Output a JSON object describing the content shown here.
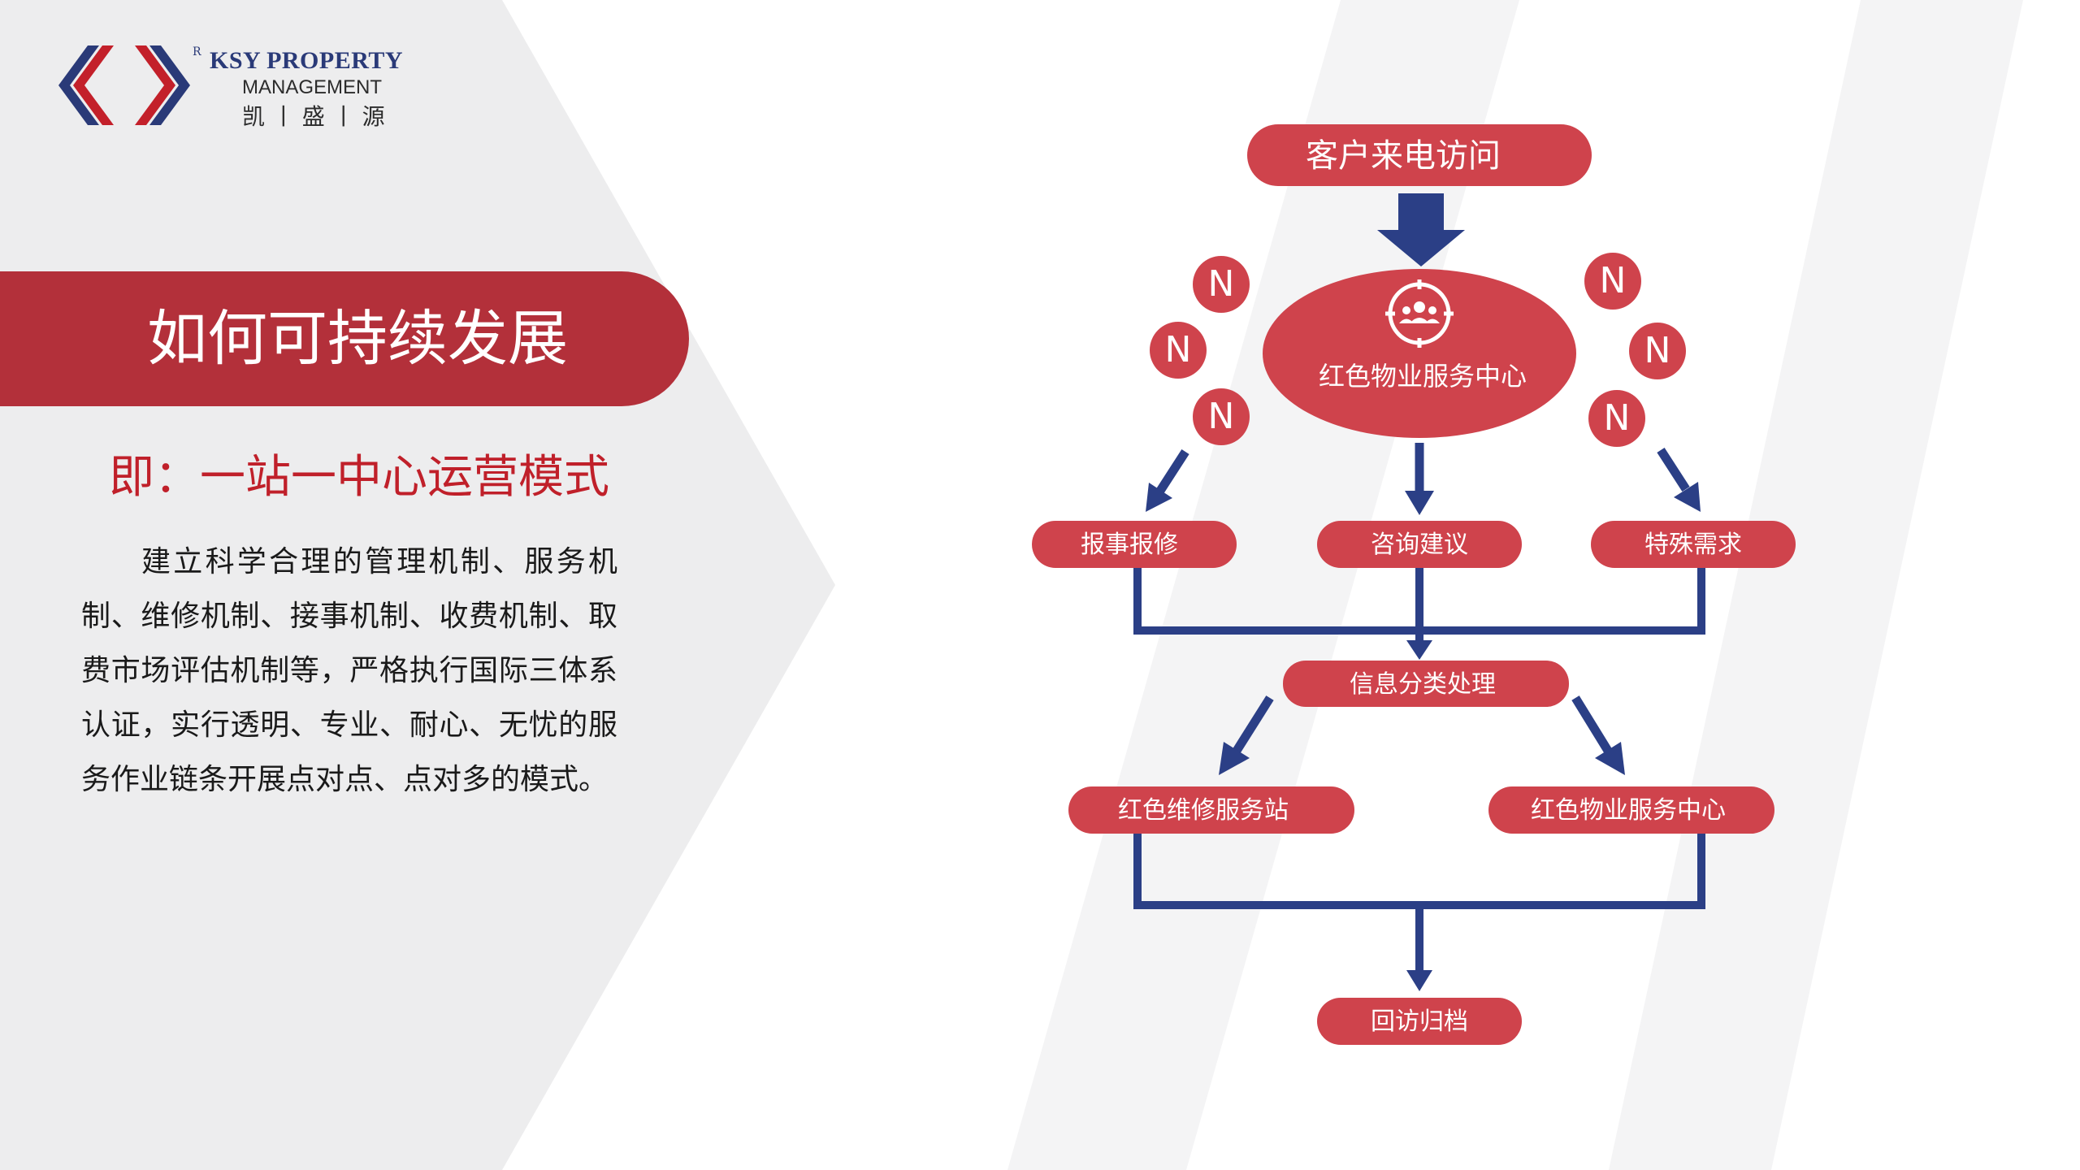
{
  "brand": {
    "registered_mark": "R",
    "name": "KSY PROPERTY",
    "sub": "MANAGEMENT",
    "chinese": "凯 丨 盛 丨 源"
  },
  "title": "如何可持续发展",
  "subtitle": "即：一站一中心运营模式",
  "body": "建立科学合理的管理机制、服务机制、维修机制、接事机制、收费机制、取费市场评估机制等，严格执行国际三体系认证，实行透明、专业、耐心、无忧的服务作业链条开展点对点、点对多的模式。",
  "flowchart": {
    "start": "客户来电访问",
    "center": "红色物业服务中心",
    "n_badge": "N",
    "branches": [
      "报事报修",
      "咨询建议",
      "特殊需求"
    ],
    "process": "信息分类处理",
    "outputs": [
      "红色维修服务站",
      "红色物业服务中心"
    ],
    "end": "回访归档"
  },
  "colors": {
    "primary_red": "#cf434c",
    "title_red": "#b3303a",
    "text_red": "#c0202a",
    "navy": "#2b3f86",
    "bg_gray": "#ededee"
  },
  "icons": {
    "center": "team-target-icon",
    "logo": "double-chevron-logo"
  }
}
